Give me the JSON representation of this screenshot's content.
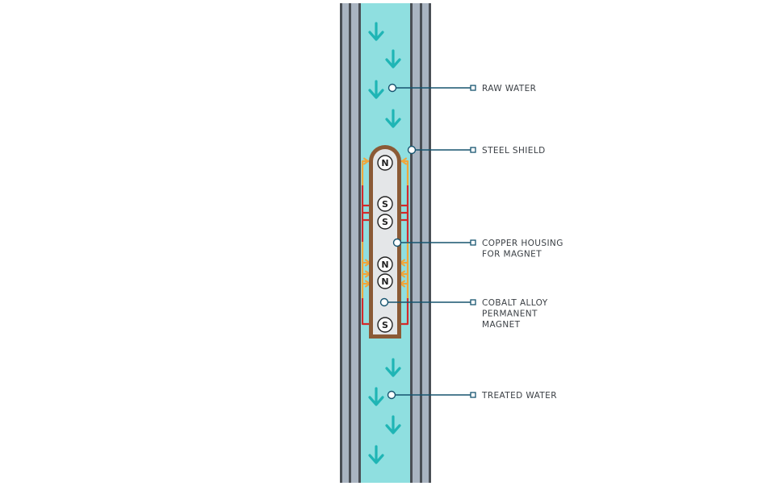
{
  "callouts": [
    {
      "id": "raw-water",
      "lines": [
        "RAW WATER"
      ]
    },
    {
      "id": "steel-shield",
      "lines": [
        "STEEL SHIELD"
      ]
    },
    {
      "id": "copper-housing",
      "lines": [
        "COPPER HOUSING",
        "FOR MAGNET"
      ]
    },
    {
      "id": "cobalt-magnet",
      "lines": [
        "COBALT ALLOY",
        "PERMANENT",
        "MAGNET"
      ]
    },
    {
      "id": "treated-water",
      "lines": [
        "TREATED WATER"
      ]
    }
  ],
  "poles": [
    "N",
    "S",
    "S",
    "N",
    "N",
    "S"
  ],
  "colors": {
    "water": "#8fdfe0",
    "flow_arrow": "#1fb5b5",
    "pipe_outer": "#4a4f55",
    "pipe_fill": "#a9b4c1",
    "copper": "#8b5a36",
    "magnet_core": "#e4e6e8",
    "field_red": "#d22a2a",
    "field_orange": "#f0a63b",
    "leader": "#16546f"
  },
  "icons": {
    "flow": "down-arrow-icon",
    "callout_start": "circle-dot-icon",
    "callout_end": "square-marker-icon"
  }
}
